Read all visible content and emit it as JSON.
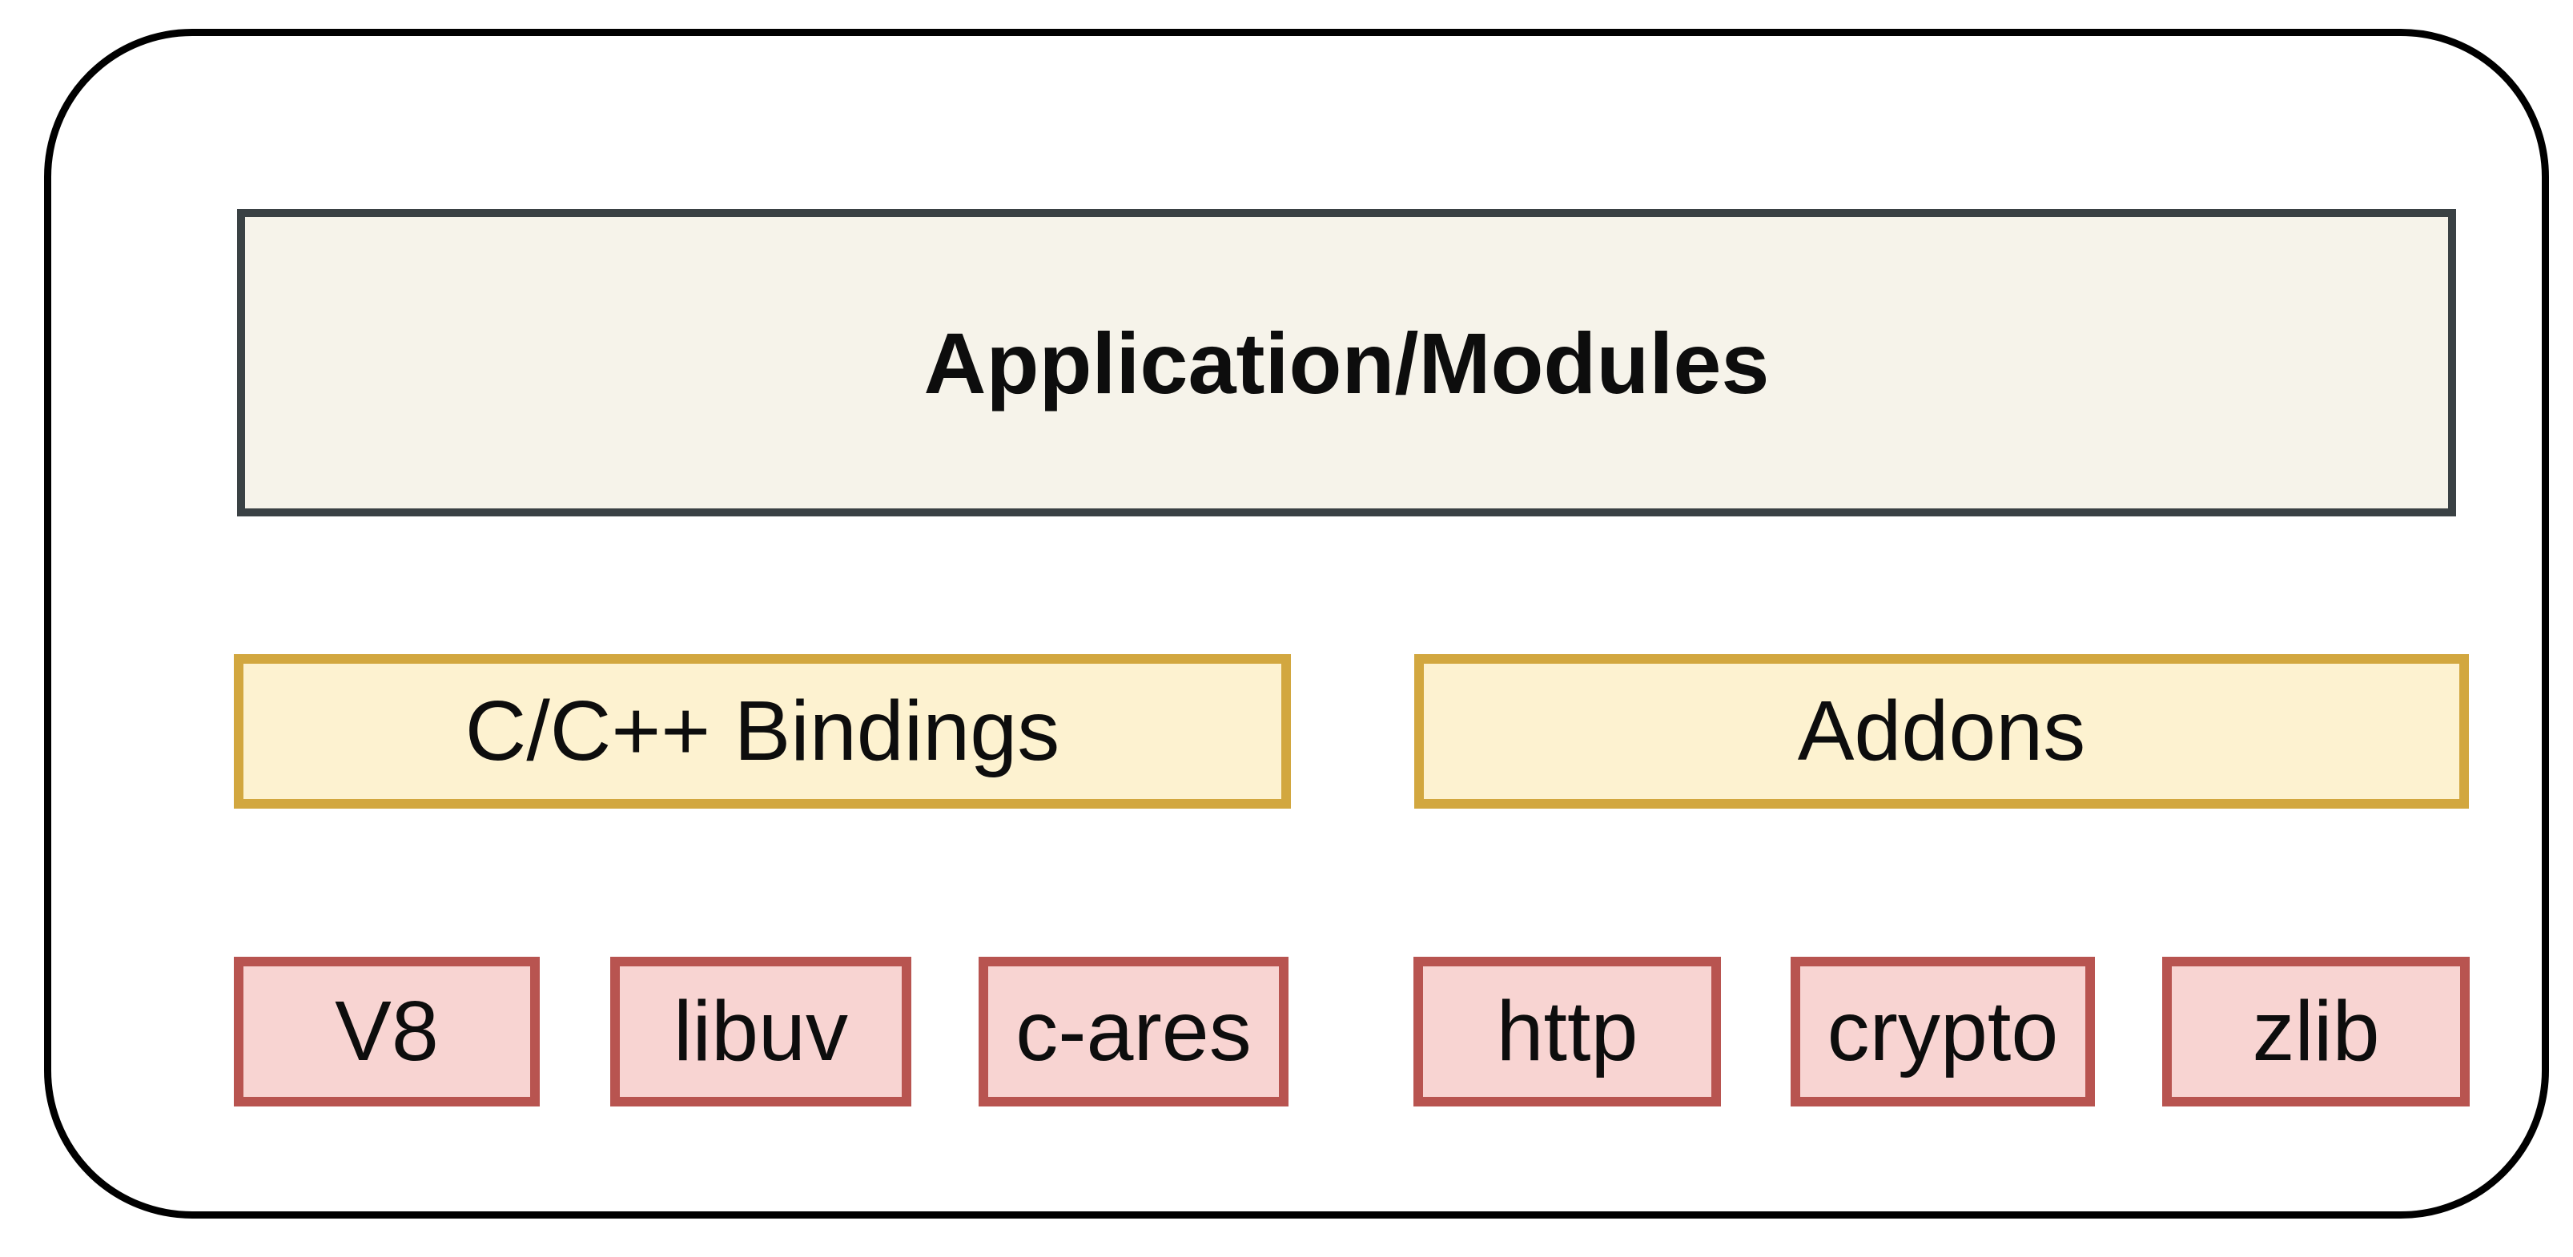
{
  "nodes": {
    "application": "Application/Modules",
    "bindings": "C/C++ Bindings",
    "addons": "Addons",
    "v8": "V8",
    "libuv": "libuv",
    "cares": "c-ares",
    "http": "http",
    "crypto": "crypto",
    "zlib": "zlib"
  },
  "colors": {
    "canvas_stroke": "#000000",
    "app_fill": "#f6f3ea",
    "app_stroke": "#3a4144",
    "binding_fill": "#fdf2d0",
    "binding_stroke": "#d2a73f",
    "lib_fill": "#f8d4d2",
    "lib_stroke": "#b85450"
  }
}
